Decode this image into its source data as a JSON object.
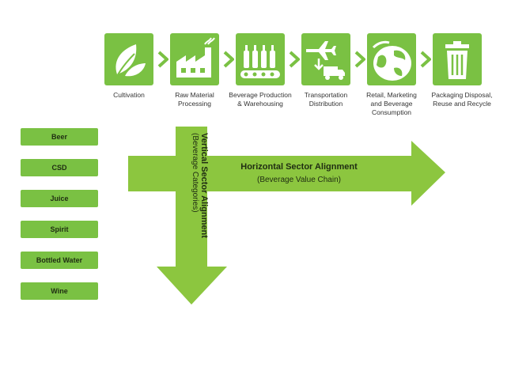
{
  "value_chain": {
    "steps": [
      {
        "icon": "leaves-icon",
        "label": "Cultivation"
      },
      {
        "icon": "factory-icon",
        "label": "Raw Material\nProcessing"
      },
      {
        "icon": "bottling-line-icon",
        "label": "Beverage Production\n& Warehousing"
      },
      {
        "icon": "airplane-truck-icon",
        "label": "Transportation\nDistribution"
      },
      {
        "icon": "globe-icon",
        "label": "Retail, Marketing\nand Beverage\nConsumption"
      },
      {
        "icon": "trash-bin-icon",
        "label": "Packaging Disposal,\nReuse and Recycle"
      }
    ]
  },
  "categories": [
    "Beer",
    "CSD",
    "Juice",
    "Spirit",
    "Bottled Water",
    "Wine"
  ],
  "horizontal_arrow": {
    "title": "Horizontal Sector Alignment",
    "subtitle": "(Beverage Value Chain)"
  },
  "vertical_arrow": {
    "title": "Vertical Sector Alignment",
    "subtitle": "(Beverage Categories)"
  },
  "colors": {
    "tile_green": "#7ac143",
    "arrow_green": "#8cc63f",
    "text_dark": "#1f2d12",
    "label_gray": "#333333"
  }
}
